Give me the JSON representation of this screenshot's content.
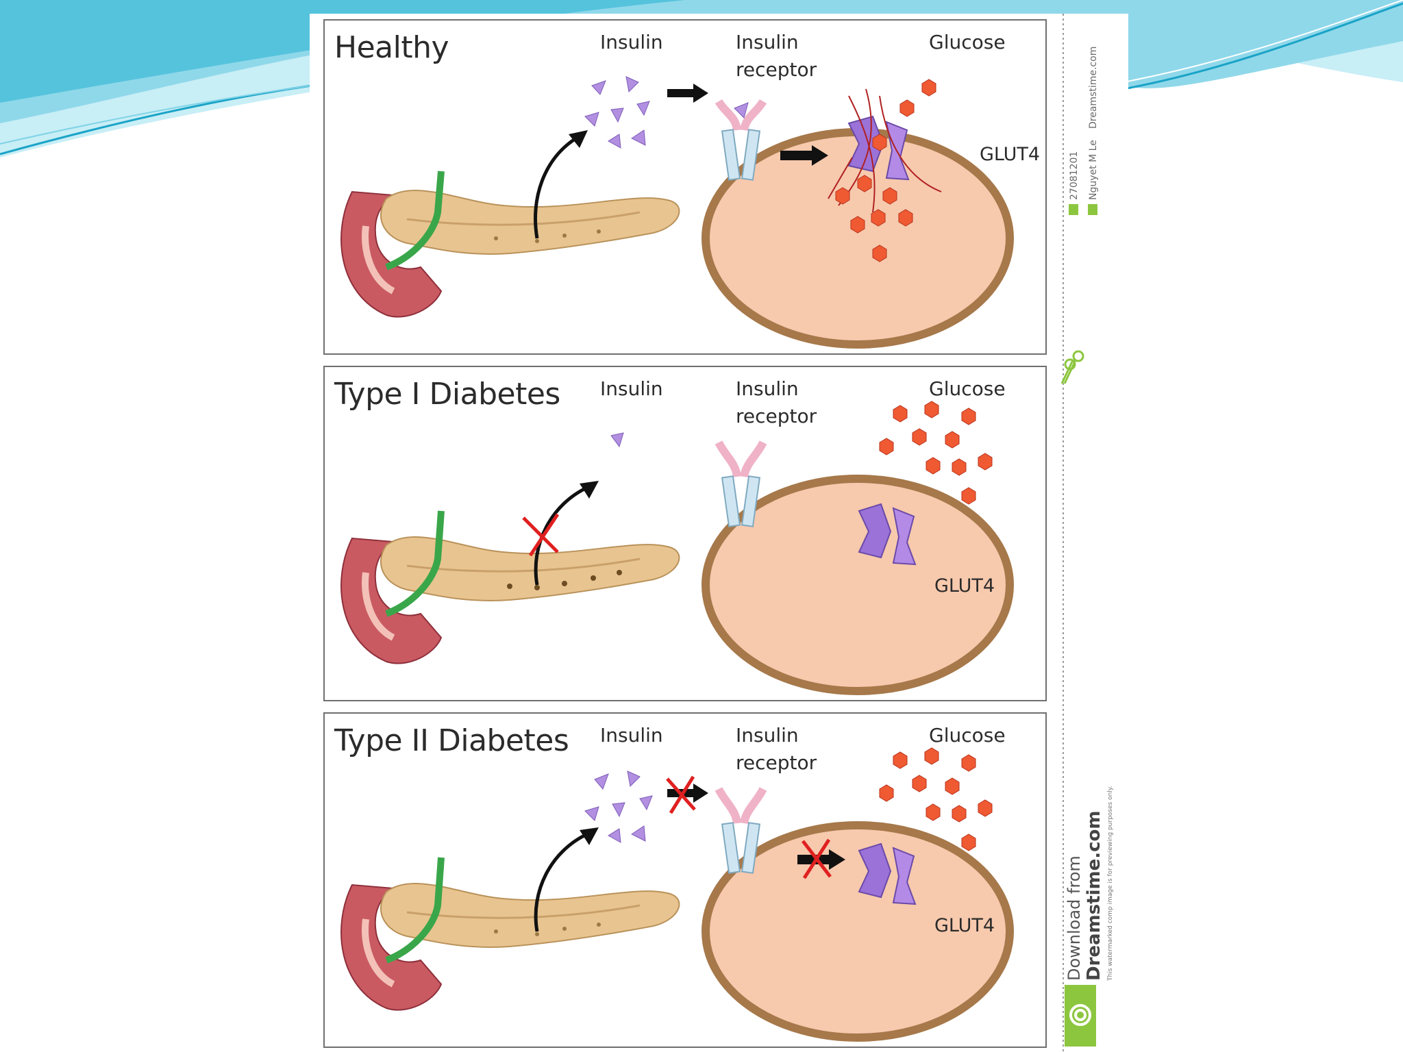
{
  "colors": {
    "slide_wave_dark": "#2fb8d6",
    "slide_wave_light": "#aee6f2",
    "panel_border": "#6f6f6f",
    "cell_fill": "#f7c9ad",
    "cell_membrane": "#a6784a",
    "insulin": "#b28fe0",
    "glucose": "#ef5a33",
    "glut4": "#9b72d8",
    "receptor_pink": "#efb2c7",
    "receptor_blue": "#cfe6f2",
    "pancreas": "#e8c490",
    "duodenum": "#c95a62",
    "duct": "#3aa64a",
    "block_x": "#e02020",
    "arrow": "#111111",
    "logo_green": "#8cc63f"
  },
  "labels": {
    "insulin": "Insulin",
    "receptor_line1": "Insulin",
    "receptor_line2": "receptor",
    "glucose": "Glucose",
    "glut4": "GLUT4"
  },
  "panels": [
    {
      "title": "Healthy"
    },
    {
      "title": "Type I Diabetes"
    },
    {
      "title": "Type II Diabetes"
    }
  ],
  "credit": {
    "id": "27081201",
    "author": "Nguyet M Le",
    "site": "Dreamstime.com",
    "download_line1": "Download from",
    "download_line2": "Dreamstime.com",
    "fine_print": "This watermarked comp image is for previewing purposes only."
  },
  "icons": {
    "id_badge": "id-badge-icon",
    "copyright": "copyright-icon",
    "logo": "dreamstime-spiral-logo-icon",
    "scissors": "scissors-icon"
  }
}
